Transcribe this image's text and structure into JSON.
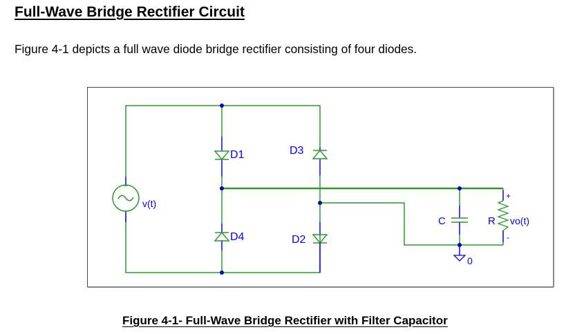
{
  "document": {
    "heading": "Full-Wave Bridge Rectifier Circuit",
    "paragraph": "Figure 4-1 depicts a full wave diode bridge rectifier consisting of four diodes.",
    "caption": "Figure 4-1- Full-Wave Bridge Rectifier with Filter Capacitor"
  },
  "circuit": {
    "source_label": "v(t)",
    "diodes": [
      "D1",
      "D2",
      "D3",
      "D4"
    ],
    "capacitor_label": "C",
    "resistor_label": "R",
    "output_label": "vo(t)",
    "plus_sign": "+",
    "minus_sign": "-",
    "ground_label": "0",
    "colors": {
      "wire": "#2a9a2a",
      "pin": "#0000ff",
      "node": "#0000cc",
      "frame": "#555555"
    }
  }
}
